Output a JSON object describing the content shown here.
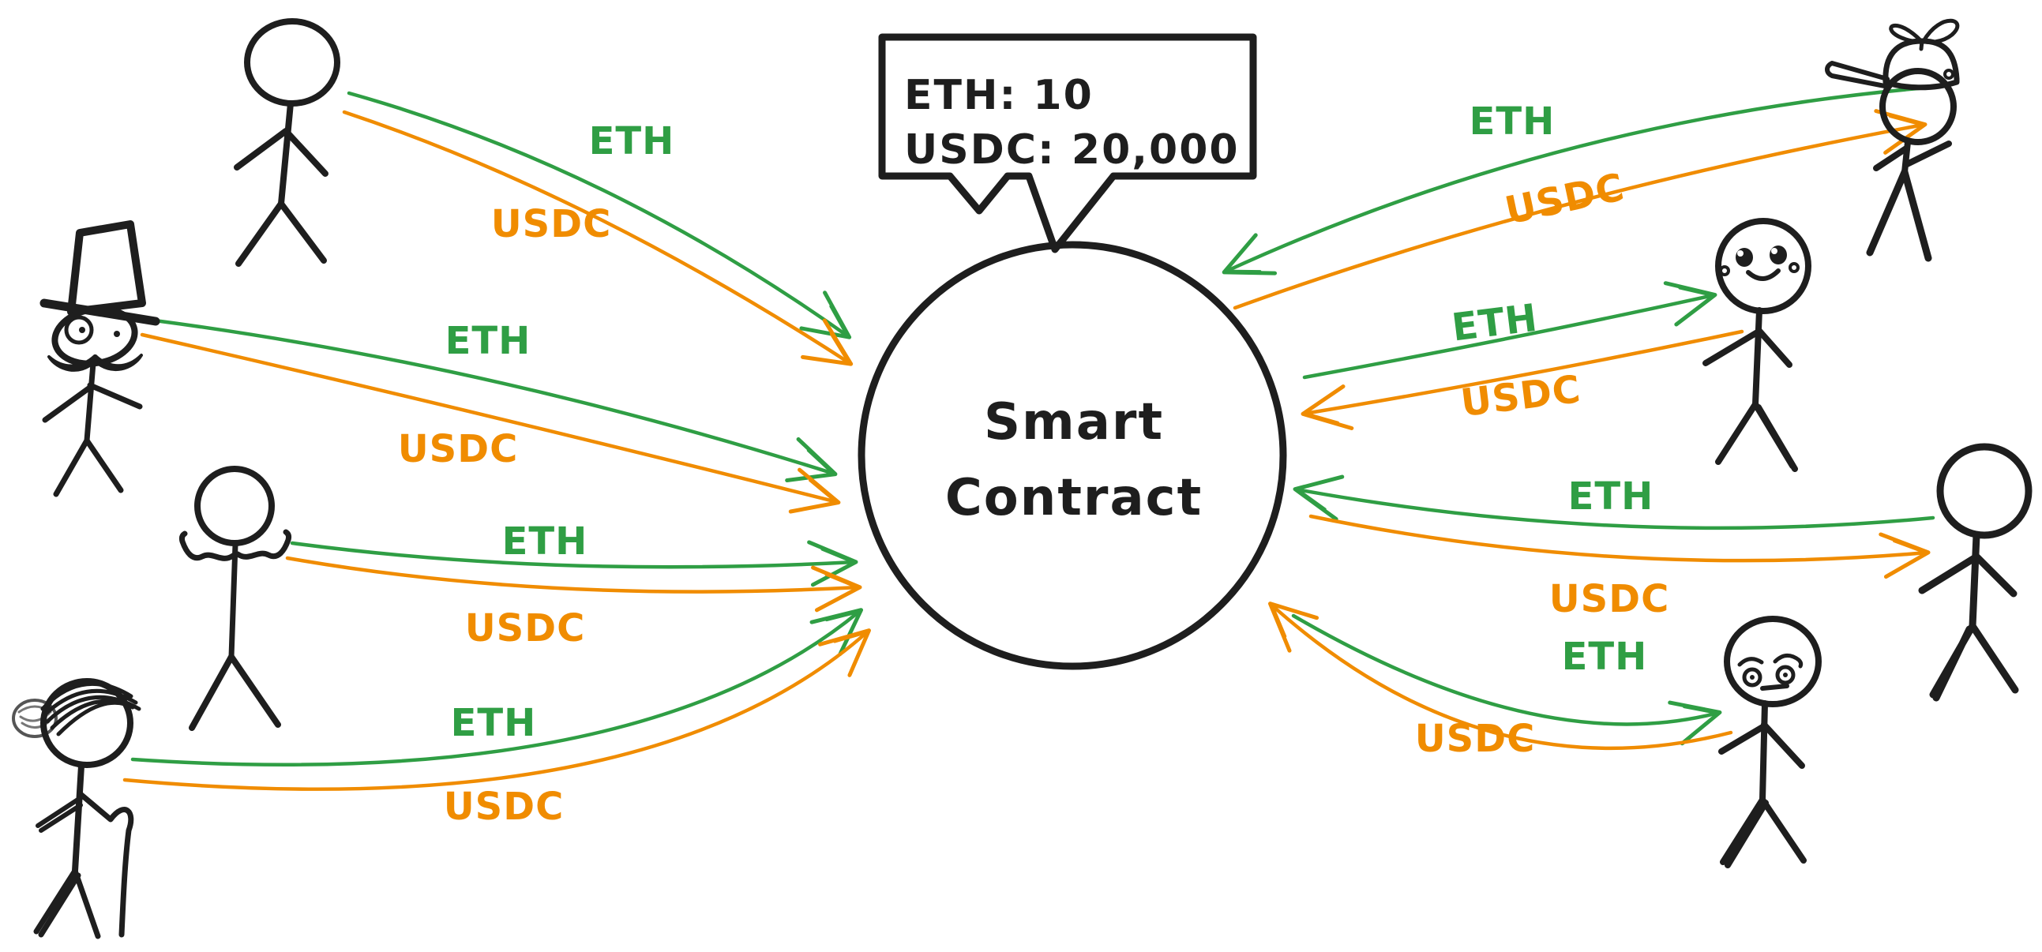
{
  "contract": {
    "name_line1": "Smart",
    "name_line2": "Contract",
    "callout_eth": "ETH: 10",
    "callout_usdc": "USDC: 20,000"
  },
  "assets": {
    "eth": {
      "label": "ETH",
      "color": "#2f9e44"
    },
    "usdc": {
      "label": "USDC",
      "color": "#f08c00"
    }
  },
  "colors": {
    "eth_green": "#2f9e44",
    "usdc_orange": "#f08c00",
    "ink": "#1e1e1e",
    "hatch_yellow": "#ffd43b",
    "cap_blue": "#4666e5",
    "background": "#ffffff"
  },
  "actors": [
    {
      "id": "plain-top-left",
      "side": "left",
      "appearance": "plain stick figure",
      "eth_label": "ETH",
      "eth_direction": "to-contract",
      "usdc_label": "USDC",
      "usdc_direction": "to-contract"
    },
    {
      "id": "top-hat",
      "side": "left",
      "appearance": "stick figure with top hat, monocle and mustache",
      "eth_label": "ETH",
      "eth_direction": "to-contract",
      "usdc_label": "USDC",
      "usdc_direction": "to-contract"
    },
    {
      "id": "shrugging",
      "side": "left",
      "appearance": "shrugging stick figure",
      "eth_label": "ETH",
      "eth_direction": "to-contract",
      "usdc_label": "USDC",
      "usdc_direction": "to-contract"
    },
    {
      "id": "hair-bun",
      "side": "left",
      "appearance": "stick figure with hair bun",
      "eth_label": "ETH",
      "eth_direction": "to-contract",
      "usdc_label": "USDC",
      "usdc_direction": "to-contract"
    },
    {
      "id": "propeller-cap",
      "side": "right",
      "appearance": "stick figure with blue propeller cap",
      "eth_label": "ETH",
      "eth_direction": "to-contract",
      "usdc_label": "USDC",
      "usdc_direction": "from-contract"
    },
    {
      "id": "smiley",
      "side": "right",
      "appearance": "stick figure with smiley face",
      "eth_label": "ETH",
      "eth_direction": "from-contract",
      "usdc_label": "USDC",
      "usdc_direction": "to-contract"
    },
    {
      "id": "plain-right",
      "side": "right",
      "appearance": "plain stick figure",
      "eth_label": "ETH",
      "eth_direction": "to-contract",
      "usdc_label": "USDC",
      "usdc_direction": "from-contract"
    },
    {
      "id": "worried",
      "side": "right",
      "appearance": "stick figure with worried face",
      "eth_label": "ETH",
      "eth_direction": "from-contract",
      "usdc_label": "USDC",
      "usdc_direction": "to-contract"
    }
  ]
}
